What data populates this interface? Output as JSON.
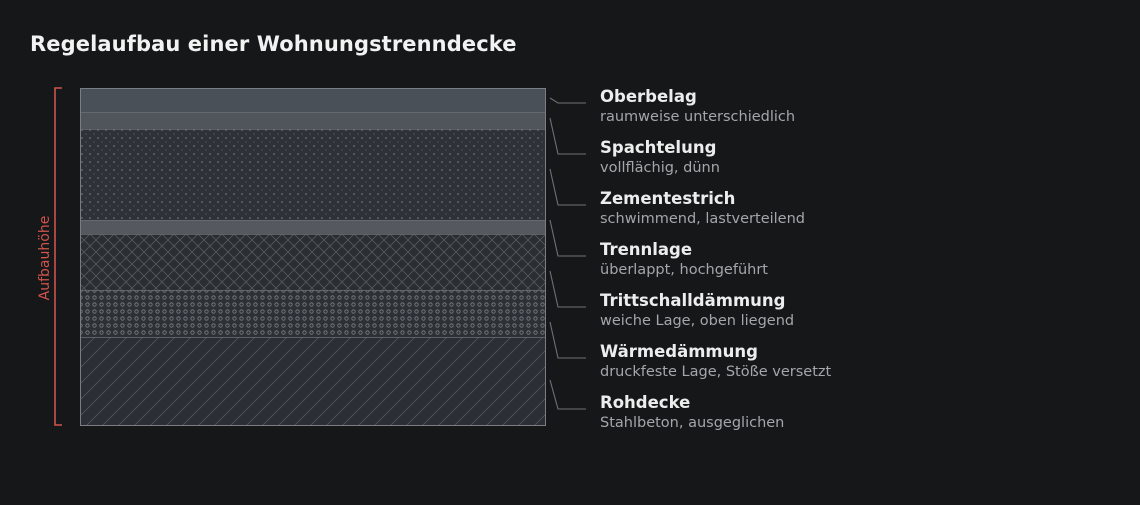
{
  "title": "Regelaufbau einer Wohnungstrenndecke",
  "dimension_label": "Aufbauhöhe",
  "colors": {
    "background": "#161719",
    "accent": "#d0534d",
    "leader_line": "#6e7174"
  },
  "layers": [
    {
      "name": "Oberbelag",
      "description": "raumweise unterschiedlich",
      "pattern": "solid"
    },
    {
      "name": "Spachtelung",
      "description": "vollflächig, dünn",
      "pattern": "solid"
    },
    {
      "name": "Zementestrich",
      "description": "schwimmend, lastverteilend",
      "pattern": "dots"
    },
    {
      "name": "Trennlage",
      "description": "überlappt, hochgeführt",
      "pattern": "solid"
    },
    {
      "name": "Trittschalldämmung",
      "description": "weiche Lage, oben liegend",
      "pattern": "crosshatch"
    },
    {
      "name": "Wärmedämmung",
      "description": "druckfeste Lage, Stöße versetzt",
      "pattern": "circles"
    },
    {
      "name": "Rohdecke",
      "description": "Stahlbeton, ausgeglichen",
      "pattern": "diagonal"
    }
  ]
}
